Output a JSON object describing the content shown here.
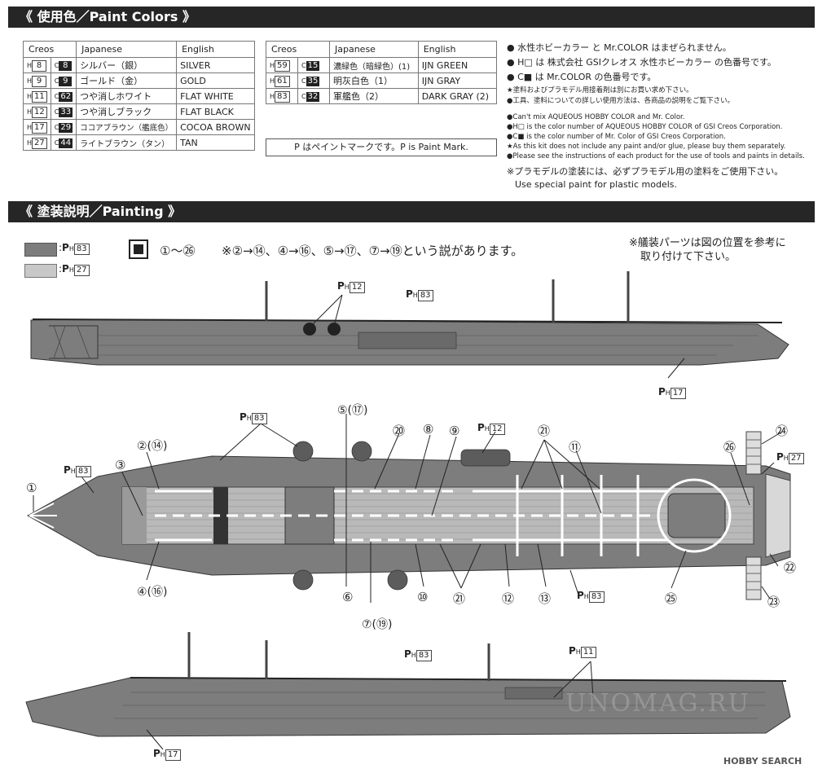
{
  "sections": {
    "colors_title": "《 使用色／Paint Colors 》",
    "painting_title": "《 塗装説明／Painting 》"
  },
  "table1": {
    "headers": [
      "Creos",
      "Japanese",
      "English"
    ],
    "rows": [
      {
        "h": "8",
        "c": "8",
        "jp": "シルバー（銀）",
        "en": "SILVER"
      },
      {
        "h": "9",
        "c": "9",
        "jp": "ゴールド（金）",
        "en": "GOLD"
      },
      {
        "h": "11",
        "c": "62",
        "jp": "つや消しホワイト",
        "en": "FLAT WHITE"
      },
      {
        "h": "12",
        "c": "33",
        "jp": "つや消しブラック",
        "en": "FLAT BLACK"
      },
      {
        "h": "17",
        "c": "29",
        "jp": "ココアブラウン（艦底色）",
        "en": "COCOA BROWN"
      },
      {
        "h": "27",
        "c": "44",
        "jp": "ライトブラウン（タン）",
        "en": "TAN"
      }
    ]
  },
  "table2": {
    "headers": [
      "Creos",
      "Japanese",
      "English"
    ],
    "rows": [
      {
        "h": "59",
        "c": "15",
        "jp": "濃緑色（暗緑色）(1)",
        "en": "IJN GREEN"
      },
      {
        "h": "61",
        "c": "35",
        "jp": "明灰白色（1）",
        "en": "IJN GRAY"
      },
      {
        "h": "83",
        "c": "32",
        "jp": "軍艦色（2）",
        "en": "DARK GRAY (2)"
      }
    ]
  },
  "paint_mark": "P はペイントマークです。P is Paint Mark.",
  "notes_jp": [
    "● 水性ホビーカラー と Mr.COLOR はまぜられません。",
    "● H□ は 株式会社 GSIクレオス 水性ホビーカラー の色番号です。",
    "● C■ は Mr.COLOR の色番号です。",
    "★塗料およびプラモデル用接着剤は別にお買い求め下さい。",
    "●工具、塗料についての詳しい使用方法は、各商品の説明をご覧下さい。"
  ],
  "notes_en": [
    "●Can't mix AQUEOUS HOBBY COLOR and Mr. Color.",
    "●H□ is the color number of AQUEOUS HOBBY COLOR of GSI Creos Corporation.",
    "●C■ is the color number of Mr. Color of GSI Creos Corporation.",
    "★As this kit does not include any paint and/or glue, please buy them separately.",
    "●Please see the instructions of each product for the use of tools and paints in details."
  ],
  "plastic_note_jp": "※プラモデルの塗装には、必ずプラモデル用の塗料をご使用下さい。",
  "plastic_note_en": "Use special paint for plastic models.",
  "legend": {
    "dark": "83",
    "light": "27"
  },
  "decal_range": "①〜㉖",
  "theory_note": "※②→⑭、④→⑯、⑤→⑰、⑦→⑲という説があります。",
  "fitting_note_1": "※艤装パーツは図の位置を参考に",
  "fitting_note_2": "取り付けて下さい。",
  "callouts": {
    "top_h12": "12",
    "top_h83": "83",
    "top_h17": "17",
    "plan_h83_a": "83",
    "plan_h83_b": "83",
    "plan_h12": "12",
    "plan_h27": "27",
    "plan_h83_c": "83",
    "bottom_h83": "83",
    "bottom_h11": "11",
    "bottom_h17": "17"
  },
  "numbers": {
    "n1": "①",
    "n2": "②(⑭)",
    "n3": "③",
    "n4": "④(⑯)",
    "n5": "⑤(⑰)",
    "n6": "⑥",
    "n7": "⑦(⑲)",
    "n8": "⑧",
    "n9": "⑨",
    "n10": "⑩",
    "n11": "⑪",
    "n12": "⑫",
    "n13": "⑬",
    "n20": "⑳",
    "n21a": "㉑",
    "n21b": "㉑",
    "n22": "㉒",
    "n23": "㉓",
    "n24": "㉔",
    "n25": "㉕",
    "n26": "㉖"
  },
  "watermark": "UNOMAG.RU",
  "footer_brand": "HOBBY SEARCH",
  "colors": {
    "dark_gray": "#7d7d7d",
    "light_gray": "#c8c8c8",
    "bar": "#262626",
    "deck": "#b9b9b9"
  }
}
